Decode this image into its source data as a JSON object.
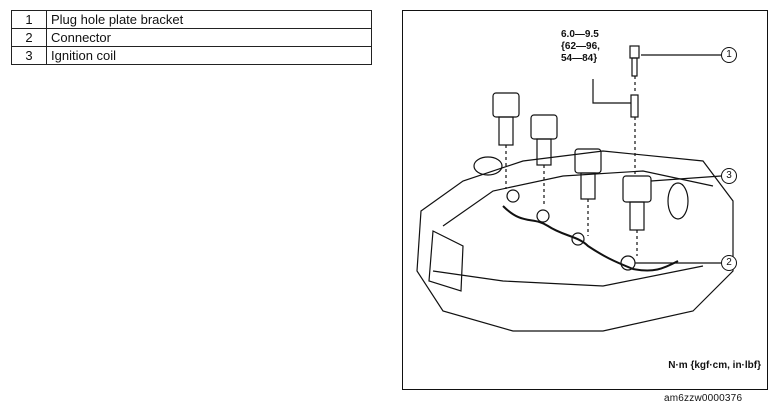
{
  "parts_table": {
    "rows": [
      {
        "num": "1",
        "label": "Plug hole plate bracket"
      },
      {
        "num": "2",
        "label": "Connector"
      },
      {
        "num": "3",
        "label": "Ignition coil"
      }
    ]
  },
  "figure": {
    "torque_lines": [
      "6.0—9.5",
      "{62—96,",
      "54—84}"
    ],
    "units": "N·m {kgf·cm, in·lbf}",
    "callouts": [
      "1",
      "2",
      "3"
    ],
    "image_code": "am6zzw0000376"
  }
}
